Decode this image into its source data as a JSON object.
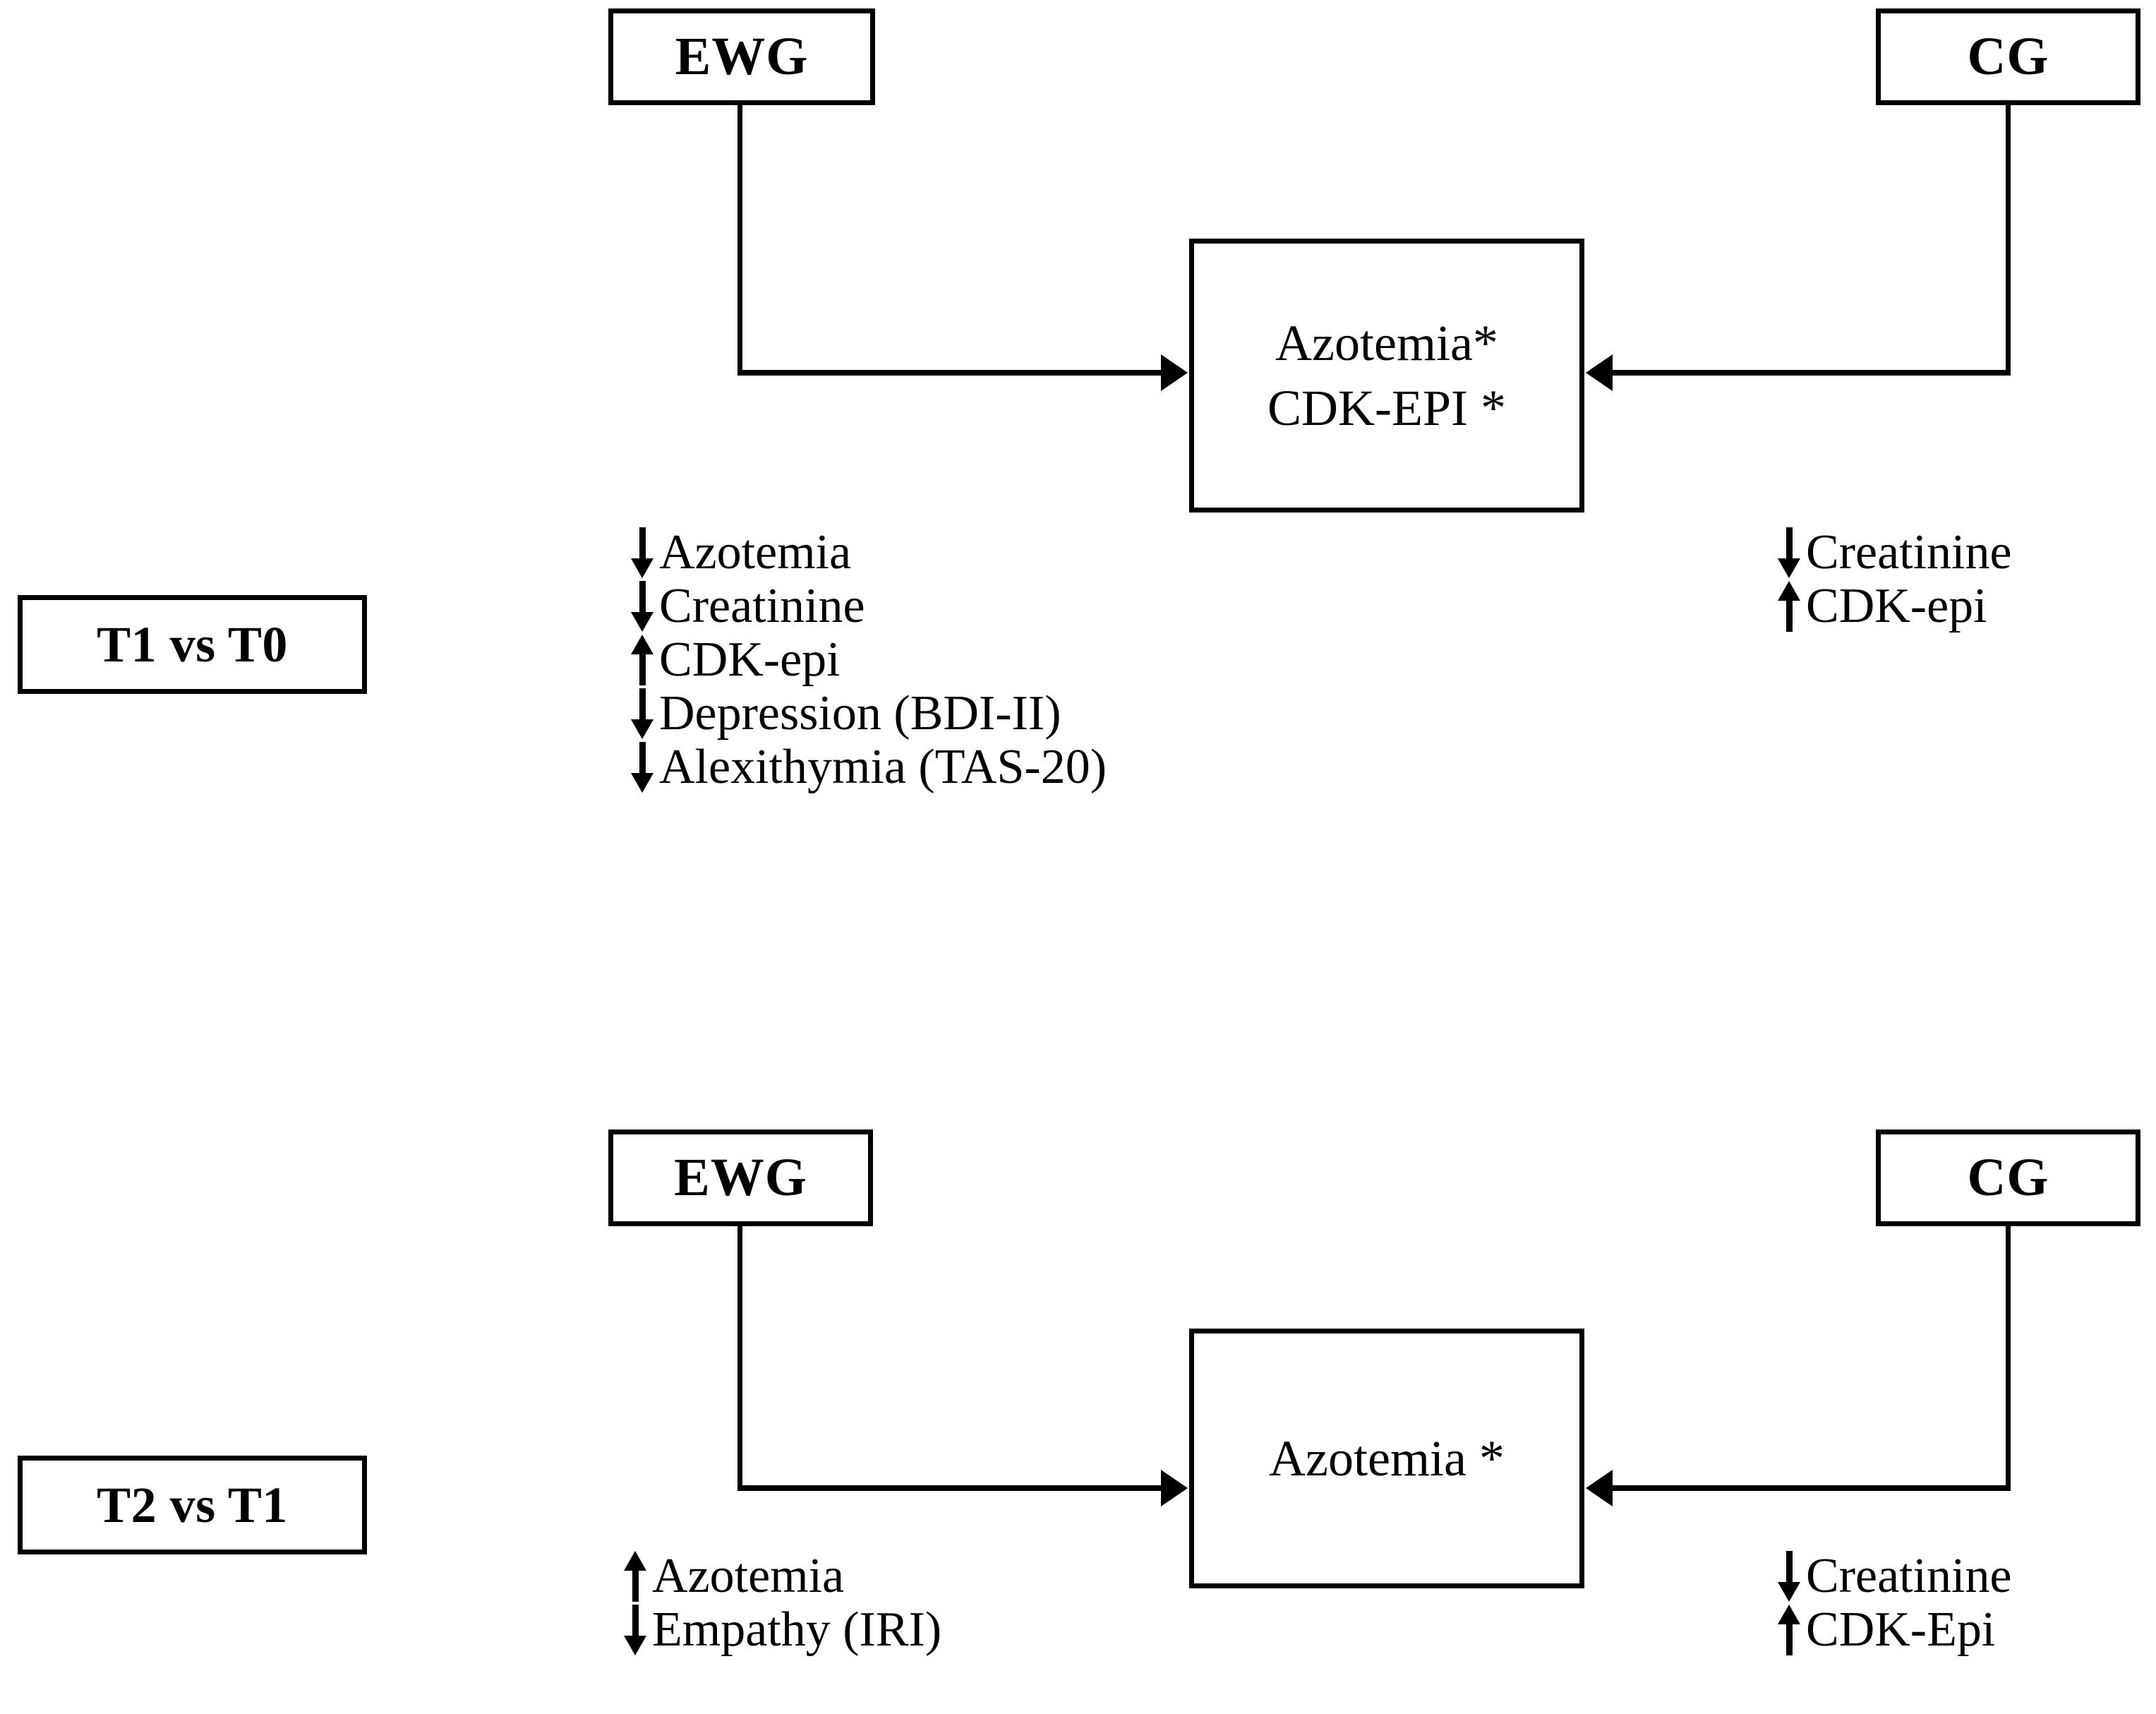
{
  "figure": {
    "type": "flow-diagram",
    "sections": [
      {
        "period_label": "T1 vs T0",
        "left_group_label": "EWG",
        "right_group_label": "CG",
        "shared_outcome_lines": [
          "Azotemia*",
          "CDK-EPI *"
        ],
        "left_changes": [
          {
            "direction": "down",
            "label": "Azotemia"
          },
          {
            "direction": "down",
            "label": "Creatinine"
          },
          {
            "direction": "up",
            "label": "CDK-epi"
          },
          {
            "direction": "down",
            "label": "Depression (BDI-II)"
          },
          {
            "direction": "down",
            "label": "Alexithymia (TAS-20)"
          }
        ],
        "right_changes": [
          {
            "direction": "down",
            "label": "Creatinine"
          },
          {
            "direction": "up",
            "label": "CDK-epi"
          }
        ]
      },
      {
        "period_label": "T2 vs T1",
        "left_group_label": "EWG",
        "right_group_label": "CG",
        "shared_outcome_lines": [
          "Azotemia *"
        ],
        "left_changes": [
          {
            "direction": "up",
            "label": "Azotemia"
          },
          {
            "direction": "down",
            "label": "Empathy (IRI)"
          }
        ],
        "right_changes": [
          {
            "direction": "down",
            "label": "Creatinine"
          },
          {
            "direction": "up",
            "label": "CDK-Epi"
          }
        ]
      }
    ],
    "colors": {
      "stroke": "#000000",
      "background": "#ffffff"
    }
  }
}
